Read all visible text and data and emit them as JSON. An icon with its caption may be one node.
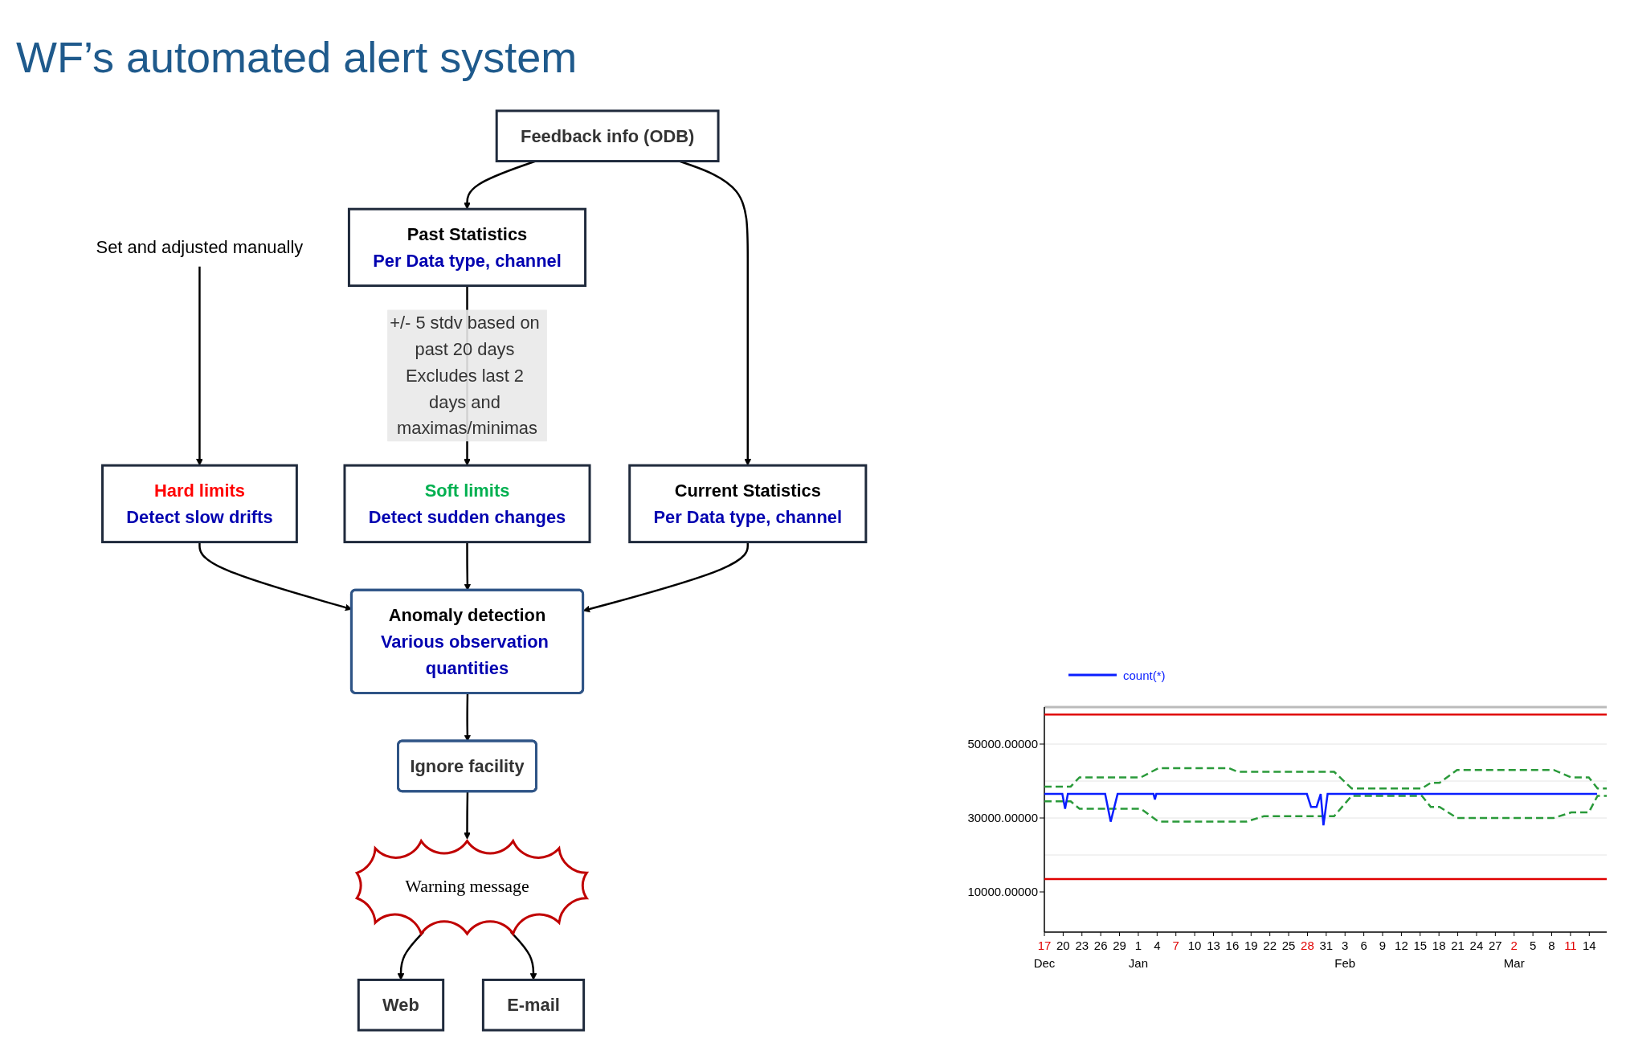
{
  "diagram": {
    "title": "WF’s automated alert system",
    "nodes": [
      {
        "text": [
          "Feedback info (ODB)"
        ]
      },
      {
        "text": [
          "Past Statistics",
          "Per Data type, channel"
        ]
      },
      {
        "text": [
          "Current Statistics",
          "Per Data type, channel"
        ]
      },
      {
        "text": [
          "Set and adjusted manually"
        ]
      },
      {
        "text": [
          "Hard limits",
          "Detect slow drifts"
        ]
      },
      {
        "text": [
          "Soft limits",
          "Detect sudden changes"
        ]
      },
      {
        "text": [
          "Anomaly detection",
          "Various observation quantities"
        ]
      },
      {
        "text": [
          "Ignore facility"
        ]
      },
      {
        "text": [
          "Warning message"
        ]
      },
      {
        "text": [
          "Web"
        ]
      },
      {
        "text": [
          "E-mail"
        ]
      }
    ],
    "edges": [
      {
        "from": 0,
        "to": 1,
        "arrow": "to"
      },
      {
        "from": 0,
        "to": 2,
        "arrow": "to"
      },
      {
        "from": 3,
        "to": 4,
        "arrow": "to"
      },
      {
        "from": 1,
        "to": 5,
        "arrow": "to",
        "label": "+/- 5 stdv based on past 20 days Excludes last 2 days and maximas/minimas"
      },
      {
        "from": 4,
        "to": 6,
        "arrow": "to"
      },
      {
        "from": 5,
        "to": 6,
        "arrow": "to"
      },
      {
        "from": 2,
        "to": 6,
        "arrow": "to"
      },
      {
        "from": 6,
        "to": 7,
        "arrow": "to"
      },
      {
        "from": 7,
        "to": 8,
        "arrow": "to"
      },
      {
        "from": 8,
        "to": 9,
        "arrow": "to"
      },
      {
        "from": 8,
        "to": 10,
        "arrow": "to"
      }
    ],
    "labels": [
      "50000.00000",
      "30000.00000",
      "10000.00000",
      "17",
      "20",
      "23",
      "26",
      "29",
      "1",
      "4",
      "7",
      "10",
      "13",
      "16",
      "19",
      "22",
      "25",
      "28",
      "31",
      "3",
      "6",
      "9",
      "12",
      "15",
      "18",
      "21",
      "24",
      "27",
      "2",
      "5",
      "8",
      "11",
      "14",
      "Dec",
      "Jan",
      "Feb",
      "Mar"
    ],
    "legend": [
      {
        "text": "count(*)"
      }
    ]
  }
}
